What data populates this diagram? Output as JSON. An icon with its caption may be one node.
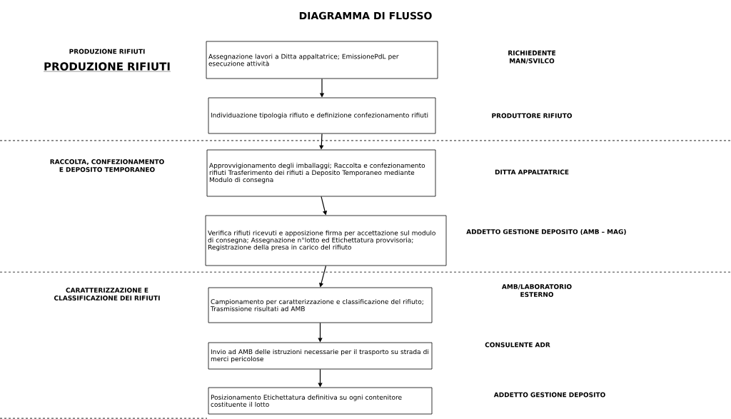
{
  "diagram": {
    "title": "DIAGRAMMA DI FLUSSO",
    "nodes": [
      {
        "text": [
          "Assegnazione lavori a Ditta appaltatrice; EmissionePdL per esecuzione attività"
        ]
      },
      {
        "text": [
          "Individuazione tipologia rifiuto e definizione confezionamento rifiuti"
        ]
      },
      {
        "text": [
          "Approvvigionamento degli imballaggi; Raccolta e confezionamento rifiuti Trasferimento dei rifiuti a Deposito Temporaneo mediante Modulo di consegna"
        ]
      },
      {
        "text": [
          "Verifica rifiuti ricevuti e apposizione firma per accettazione sul modulo di consegna; Assegnazione n°lotto ed Etichettatura provvisoria; Registrazione della presa in carico del rifiuto"
        ]
      },
      {
        "text": [
          "Campionamento per caratterizzazione e classificazione del rifiuto; Trasmissione risultati ad AMB"
        ]
      },
      {
        "text": [
          "Invio ad AMB delle istruzioni necessarie per il trasporto su strada di merci pericolose"
        ]
      },
      {
        "text": [
          "Posizionamento Etichettatura definitiva su ogni contenitore costituente il lotto"
        ]
      }
    ],
    "edges": [
      {
        "from": 0,
        "to": 1,
        "arrow": "to"
      },
      {
        "from": 1,
        "to": 2,
        "arrow": "to"
      },
      {
        "from": 2,
        "to": 3,
        "arrow": "to"
      },
      {
        "from": 3,
        "to": 4,
        "arrow": "to"
      },
      {
        "from": 4,
        "to": 5,
        "arrow": "to"
      },
      {
        "from": 5,
        "to": 6,
        "arrow": "to"
      }
    ],
    "labels": [
      "PRODUZIONE RIFIUTI",
      "PRODUZIONE RIFIUTI",
      "RICHIEDENTE MAN/SVILCO",
      "PRODUTTORE RIFIUTO",
      "RACCOLTA, CONFEZIONAMENTO E DEPOSITO TEMPORANEO",
      "DITTA APPALTATRICE",
      "ADDETTO GESTIONE DEPOSITO (AMB – MAG)",
      "CARATTERIZZAZIONE E CLASSIFICAZIONE DEI RIFIUTI",
      "AMB/LABORATORIO ESTERNO",
      "CONSULENTE ADR",
      "ADDETTO GESTIONE DEPOSITO"
    ]
  }
}
